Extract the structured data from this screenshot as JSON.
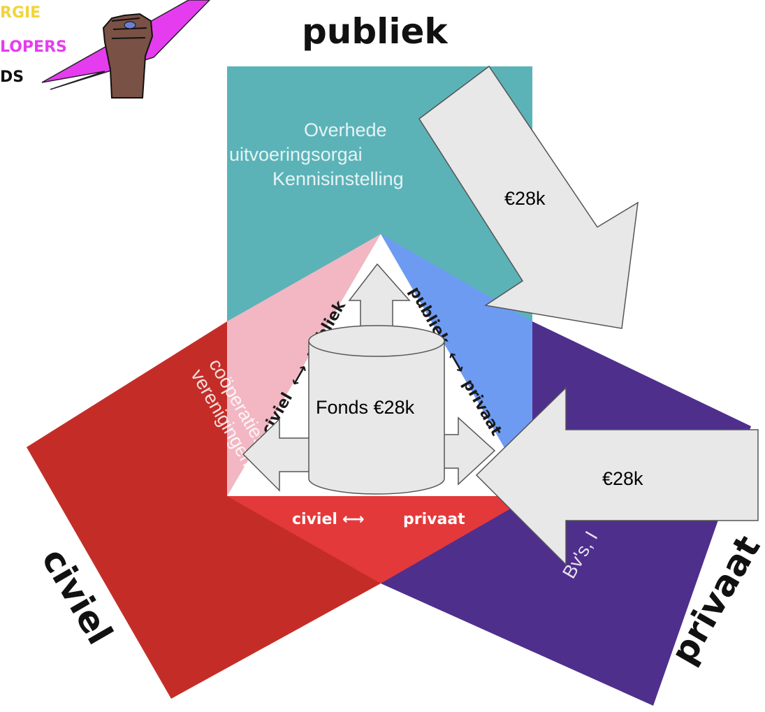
{
  "logo": {
    "line1": "RGIE",
    "line2": "LOPERS",
    "line3": "DS"
  },
  "labels": {
    "publiek": "publiek",
    "civiel": "civiel",
    "privaat": "privaat"
  },
  "sectors": {
    "publiek_lines": [
      "Overhede",
      "uitvoeringsorgai",
      "Kennisinstelling"
    ],
    "civiel_lines": [
      "coöperaties,",
      "verenigingen"
    ],
    "privaat_line": "Bv's, I"
  },
  "links": {
    "civiel_publiek_left": "civiel",
    "civiel_publiek_right": "publiek",
    "publiek_privaat_left": "publiek",
    "publiek_privaat_right": "privaat",
    "civiel_privaat_left": "civiel",
    "civiel_privaat_right": "privaat"
  },
  "fund": {
    "label": "Fonds €28k"
  },
  "flows": {
    "top_arrow": "€28k",
    "right_arrow": "€28k"
  },
  "colors": {
    "publiek": "#5bb3b8",
    "civiel": "#c42d27",
    "privaat": "#4e2f8c",
    "civiel_publiek_link": "#f2b7c3",
    "publiek_privaat_link": "#6e9bf2",
    "civiel_privaat_link": "#e3393a",
    "arrow_fill": "#e8e8e8",
    "logo_yellow": "#f2d43a",
    "logo_magenta": "#e63cf0"
  }
}
